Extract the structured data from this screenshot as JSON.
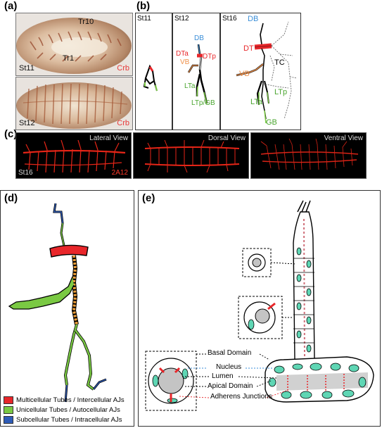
{
  "panel_a": {
    "label": "(a)",
    "top": {
      "stage": "St11",
      "stain": "Crb",
      "marker_top": "Tr10",
      "marker_bottom": "Tr1"
    },
    "bottom": {
      "stage": "St12",
      "stain": "Crb"
    }
  },
  "panel_b": {
    "label": "(b)",
    "st11": {
      "stage": "St11"
    },
    "st12": {
      "stage": "St12",
      "labels": {
        "db": "DB",
        "dta": "DTa",
        "dtp": "DTp",
        "vb": "VB",
        "lta": "LTa",
        "ltpgb": "LTp/GB"
      }
    },
    "st16": {
      "stage": "St16",
      "labels": {
        "db": "DB",
        "dt": "DT",
        "tc": "TC",
        "vb": "VB",
        "lta": "LTa",
        "ltp": "LTp",
        "gb": "GB"
      }
    }
  },
  "panel_c": {
    "label": "(c)",
    "views": [
      "Lateral View",
      "Dorsal View",
      "Ventral View"
    ],
    "stage": "St16",
    "stain": "2A12"
  },
  "panel_d": {
    "label": "(d)",
    "legend": [
      {
        "text": "Multicellular Tubes / Intercellular AJs",
        "color": "#e8262a"
      },
      {
        "text": "Unicellular Tubes / Autocellular AJs",
        "color": "#7ac943"
      },
      {
        "text": "Subcellular Tubes / Intracellular AJs",
        "color": "#2e5cb8"
      }
    ]
  },
  "panel_e": {
    "label": "(e)",
    "callouts": [
      "Basal Domain",
      "Nucleus",
      "Lumen",
      "Apical Domain",
      "Adherens Junctions"
    ]
  },
  "colors": {
    "multicellular": "#e8262a",
    "unicellular": "#7ac943",
    "subcellular": "#2e5cb8",
    "vb_orange": "#f0914a",
    "db_blue": "#3a8ed8",
    "cell_teal": "#5fd6b4",
    "confocal_red": "#ff2a1a"
  }
}
